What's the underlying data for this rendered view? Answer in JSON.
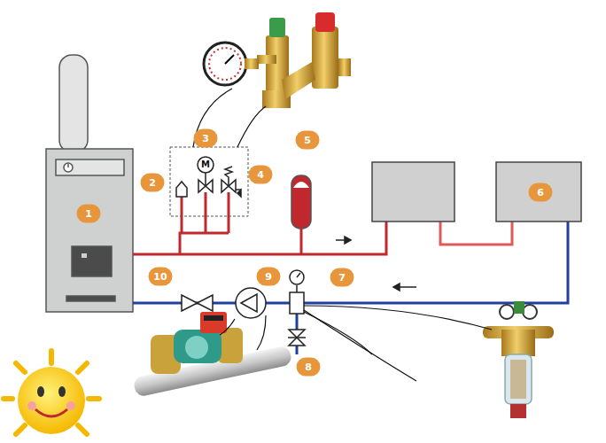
{
  "diagram": {
    "labels": [
      "3",
      "M",
      "2",
      "4",
      "5",
      "6",
      "1",
      "10",
      "9",
      "7",
      "8"
    ]
  }
}
